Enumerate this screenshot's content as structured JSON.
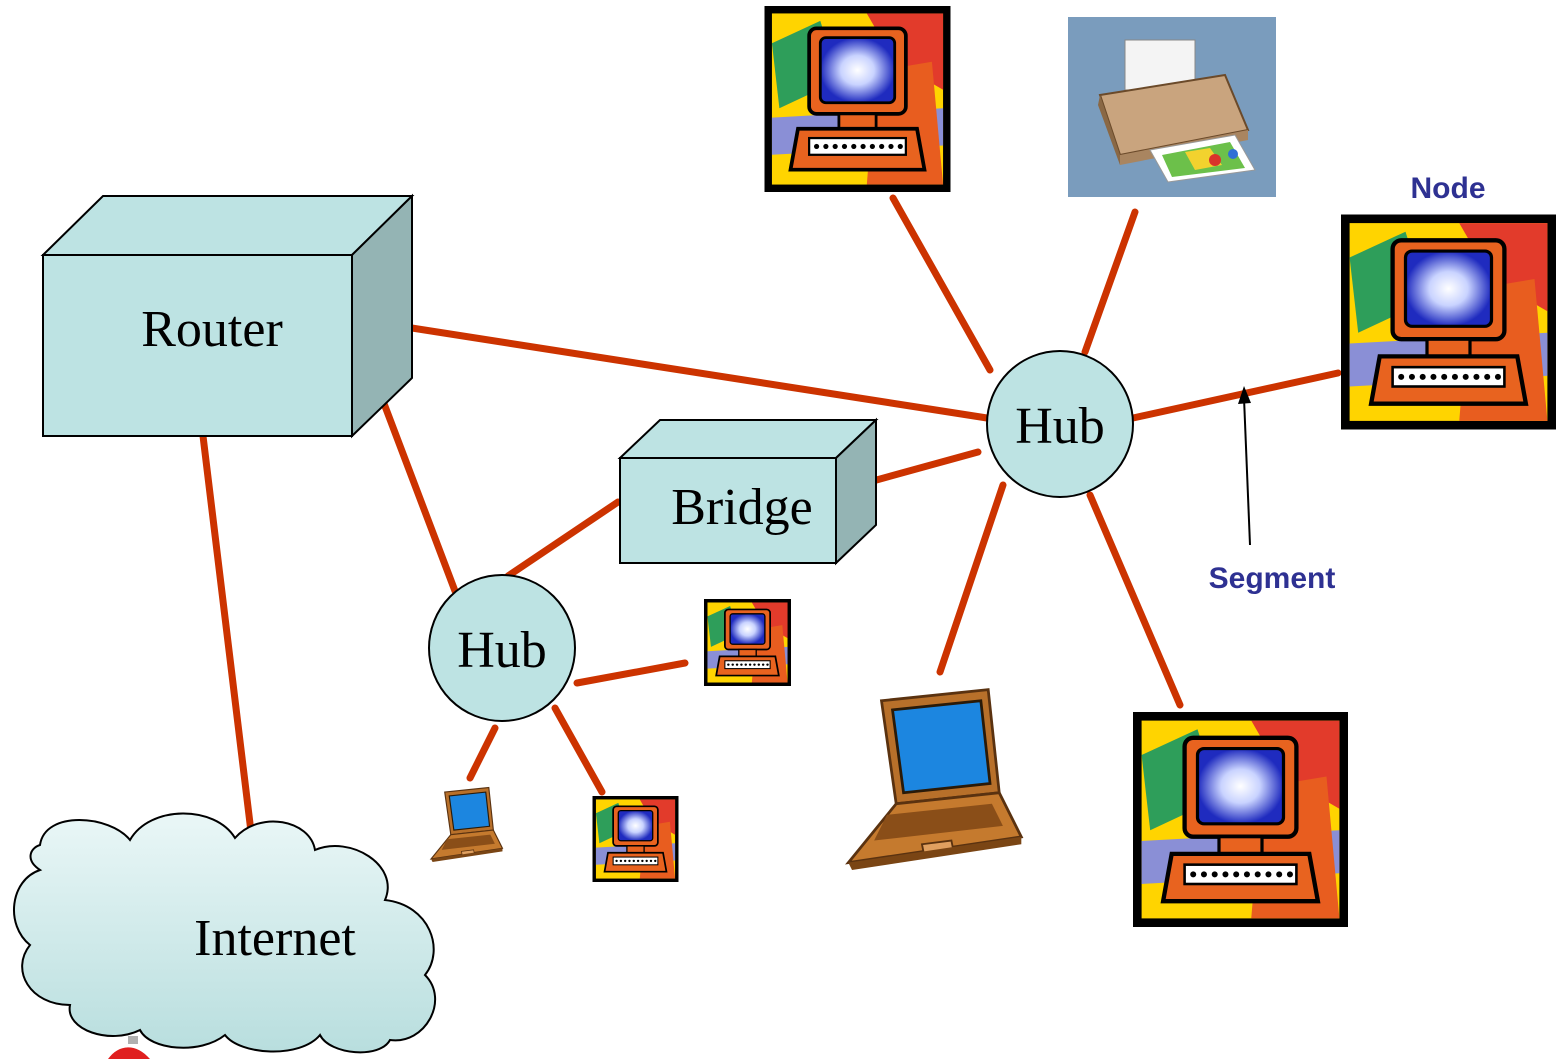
{
  "diagram": {
    "nodes": {
      "router": "Router",
      "bridge": "Bridge",
      "hub_main": "Hub",
      "hub_small": "Hub",
      "internet": "Internet"
    },
    "annotations": {
      "node": "Node",
      "segment": "Segment"
    },
    "colors": {
      "link": "#cc3300",
      "device_fill": "#bde3e3",
      "device_side": "#94b4b4",
      "annotation_text": "#2e3192"
    },
    "icons": [
      "desktop-computer-icon",
      "printer-icon",
      "laptop-icon",
      "cloud-icon"
    ]
  }
}
